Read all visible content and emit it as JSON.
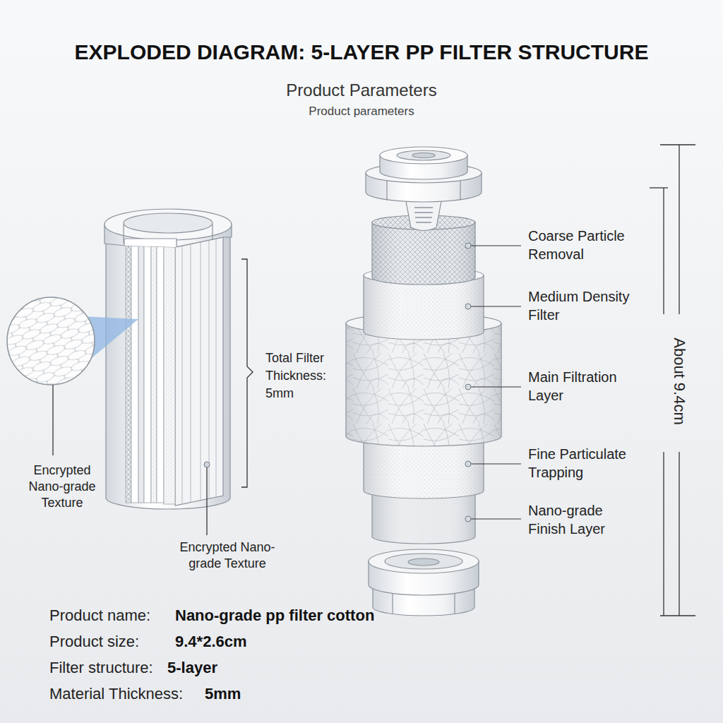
{
  "diagram": {
    "title": "EXPLODED DIAGRAM: 5-LAYER PP FILTER STRUCTURE",
    "labels": [
      "Product Parameters",
      "Product parameters",
      "Coarse Particle Removal",
      "Medium Density Filter",
      "Main Filtration Layer",
      "Fine Particulate Trapping",
      "Nano-grade Finish Layer",
      "Total Filter Thickness: 5mm",
      "About 9.4cm",
      "Encrypted Nano-grade Texture",
      "Encrypted Nano-grade Texture",
      "Product name:",
      "Nano-grade pp filter cotton",
      "Product size:",
      "9.4*2.6cm",
      "Filter structure:",
      "5-layer",
      "Material Thickness:",
      "5mm"
    ]
  }
}
